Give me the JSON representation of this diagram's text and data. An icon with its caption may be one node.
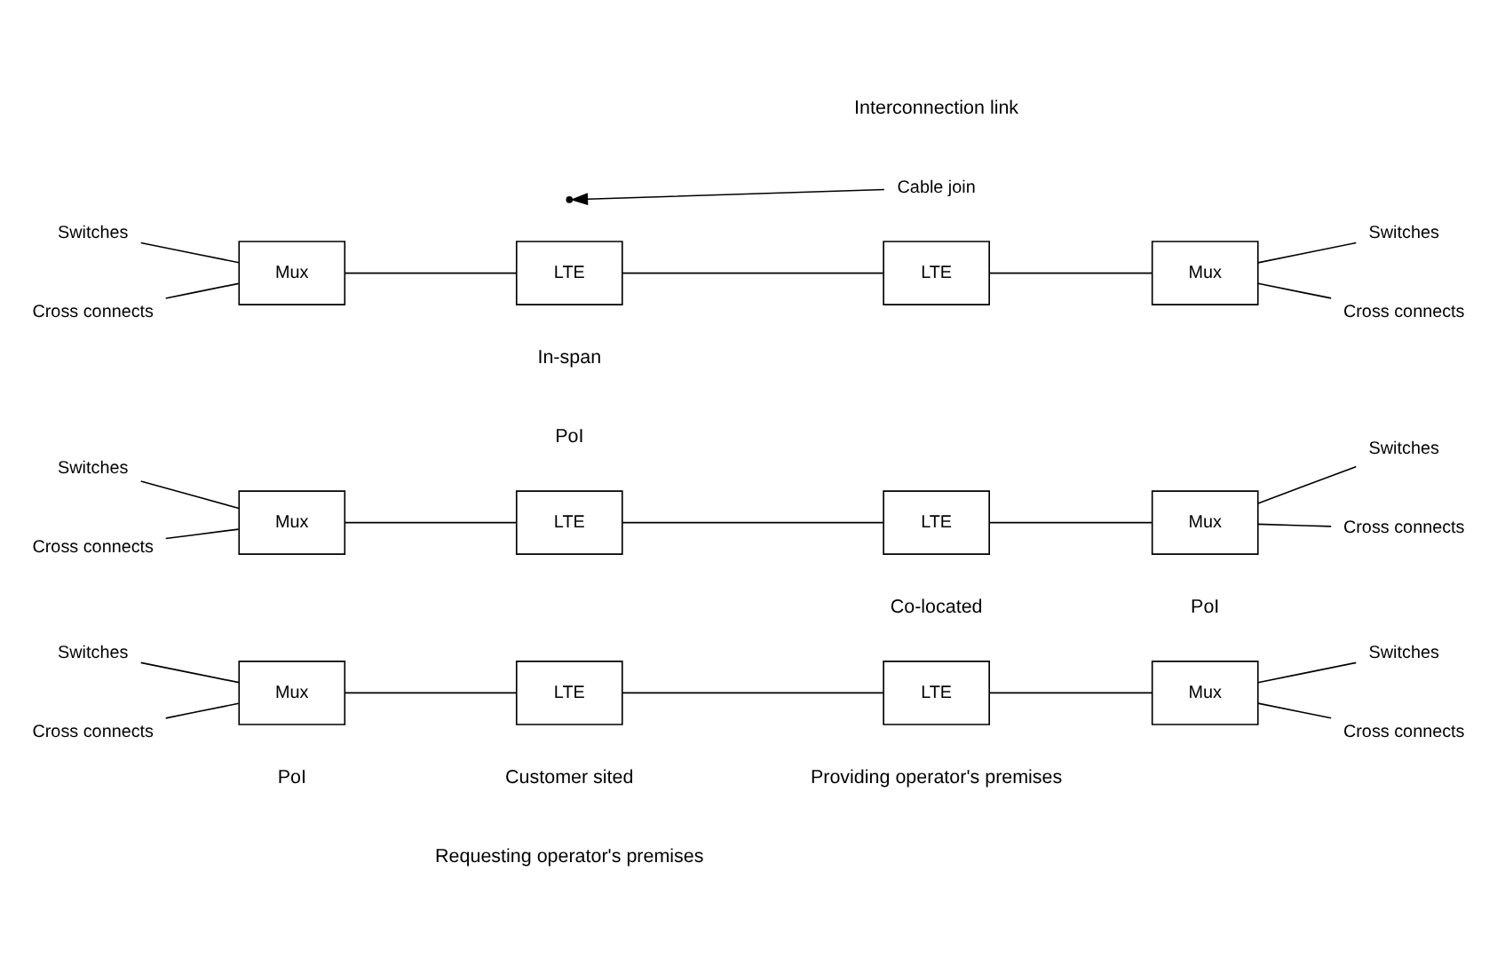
{
  "diagram": {
    "nodes": [
      {
        "text": [
          "Switches"
        ]
      },
      {
        "text": [
          "Cross connects"
        ]
      },
      {
        "text": [
          "Mux"
        ]
      },
      {
        "text": [
          "LTE"
        ]
      },
      {
        "text": [
          "LTE"
        ]
      },
      {
        "text": [
          "Mux"
        ]
      },
      {
        "text": [
          "Switches"
        ]
      },
      {
        "text": [
          "Cross connects"
        ]
      },
      {
        "text": [
          "Switches"
        ]
      },
      {
        "text": [
          "Cross connects"
        ]
      },
      {
        "text": [
          "Mux"
        ]
      },
      {
        "text": [
          "LTE"
        ]
      },
      {
        "text": [
          "LTE"
        ]
      },
      {
        "text": [
          "Mux"
        ]
      },
      {
        "text": [
          "Switches"
        ]
      },
      {
        "text": [
          "Cross connects"
        ]
      },
      {
        "text": [
          "Switches"
        ]
      },
      {
        "text": [
          "Cross connects"
        ]
      },
      {
        "text": [
          "Mux"
        ]
      },
      {
        "text": [
          "LTE"
        ]
      },
      {
        "text": [
          "LTE"
        ]
      },
      {
        "text": [
          "Mux"
        ]
      },
      {
        "text": [
          "Switches"
        ]
      },
      {
        "text": [
          "Cross connects"
        ]
      },
      {
        "text": [
          "Cable join"
        ]
      }
    ],
    "edges": [
      {
        "from": 0,
        "to": 2,
        "arrow": "none"
      },
      {
        "from": 1,
        "to": 2,
        "arrow": "none"
      },
      {
        "from": 2,
        "to": 3,
        "arrow": "none"
      },
      {
        "from": 3,
        "to": 4,
        "arrow": "none"
      },
      {
        "from": 4,
        "to": 5,
        "arrow": "none"
      },
      {
        "from": 5,
        "to": 6,
        "arrow": "none"
      },
      {
        "from": 5,
        "to": 7,
        "arrow": "none"
      },
      {
        "from": 8,
        "to": 10,
        "arrow": "none"
      },
      {
        "from": 9,
        "to": 10,
        "arrow": "none"
      },
      {
        "from": 10,
        "to": 11,
        "arrow": "none"
      },
      {
        "from": 11,
        "to": 12,
        "arrow": "none"
      },
      {
        "from": 12,
        "to": 13,
        "arrow": "none"
      },
      {
        "from": 13,
        "to": 14,
        "arrow": "none"
      },
      {
        "from": 13,
        "to": 15,
        "arrow": "none"
      },
      {
        "from": 16,
        "to": 18,
        "arrow": "none"
      },
      {
        "from": 17,
        "to": 18,
        "arrow": "none"
      },
      {
        "from": 18,
        "to": 19,
        "arrow": "none"
      },
      {
        "from": 19,
        "to": 20,
        "arrow": "none"
      },
      {
        "from": 20,
        "to": 21,
        "arrow": "none"
      },
      {
        "from": 21,
        "to": 22,
        "arrow": "none"
      },
      {
        "from": 21,
        "to": 23,
        "arrow": "none"
      },
      {
        "from": 24,
        "to": null,
        "arrow": "to"
      }
    ],
    "labels": [
      "Requesting operator's premises",
      "Providing operator's premises",
      "PoI",
      "Customer sited",
      "PoI",
      "Co-located",
      "PoI",
      "In-span",
      "Interconnection link"
    ]
  }
}
